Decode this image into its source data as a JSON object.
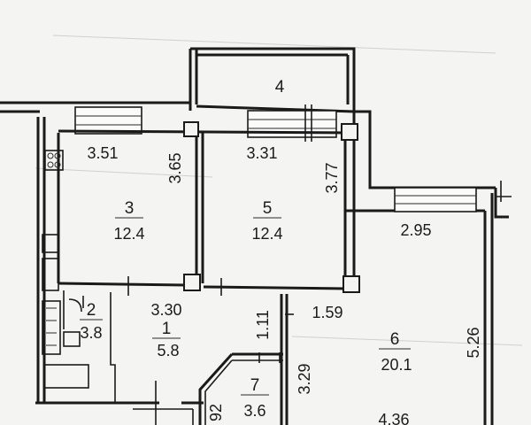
{
  "rooms": [
    {
      "number": "3",
      "area": "12.4"
    },
    {
      "number": "5",
      "area": "12.4"
    },
    {
      "number": "6",
      "area": "20.1"
    },
    {
      "number": "2",
      "area": "3.8"
    },
    {
      "number": "1",
      "area": "5.8"
    },
    {
      "number": "7",
      "area": "3.6"
    },
    {
      "number": "4",
      "area": ""
    }
  ],
  "dimensions": {
    "room3_width": "3.51",
    "room3_depth": "3.65",
    "room5_width": "3.31",
    "room5_depth": "3.77",
    "room6_top": "2.95",
    "room6_depth": "5.26",
    "room6_bottom": "4.36",
    "room1_width": "3.30",
    "room1_depth": "1.11",
    "hall_width": "1.59",
    "hall_depth": "3.29",
    "room7_depth": "92"
  }
}
